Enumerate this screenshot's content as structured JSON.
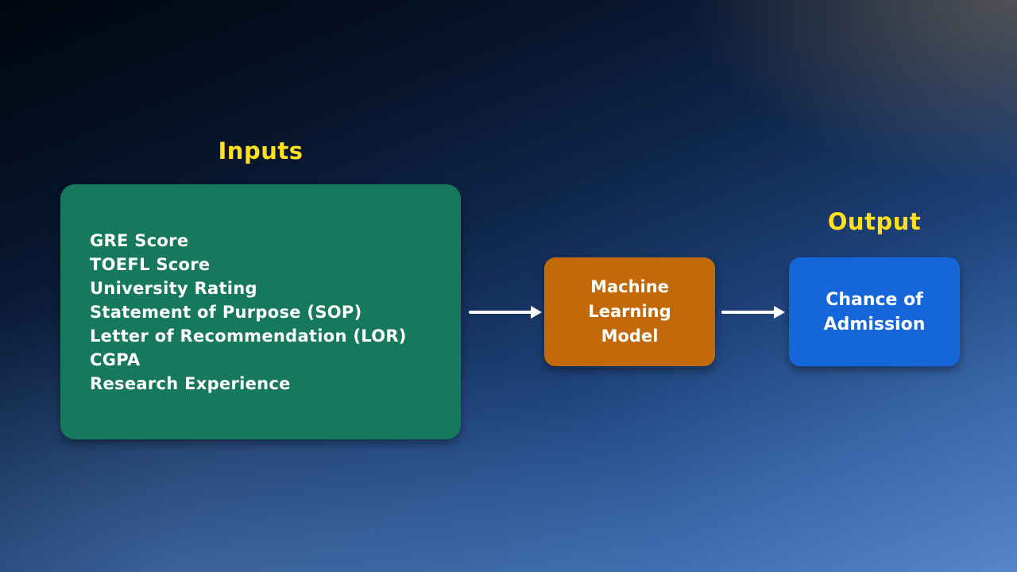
{
  "diagram": {
    "inputs": {
      "heading": "Inputs",
      "items": [
        "GRE Score",
        "TOEFL Score",
        "University Rating",
        "Statement of Purpose (SOP)",
        "Letter of Recommendation (LOR)",
        "CGPA",
        "Research Experience"
      ]
    },
    "model": {
      "label": "Machine Learning Model"
    },
    "output": {
      "heading": "Output",
      "label": "Chance of Admission"
    }
  },
  "colors": {
    "heading": "#FFE01A",
    "inputs_box": "#17795C",
    "model_box": "#C2690A",
    "output_box": "#1566DB",
    "arrow": "#FFFFFF"
  }
}
